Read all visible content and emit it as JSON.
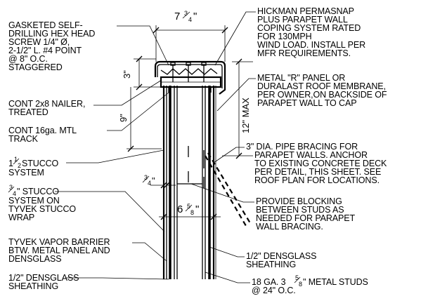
{
  "dimensions": {
    "cap_width": {
      "whole": "7",
      "num": "3",
      "den": "4",
      "unit": "\""
    },
    "cap_height": "3\"",
    "nailer_height": "9\"",
    "parapet_max": "12\" MAX",
    "stucco_gap": {
      "num": "3",
      "den": "4",
      "unit": "\""
    },
    "stud_width": {
      "whole": "6",
      "num": "5",
      "den": "8",
      "unit": "\""
    }
  },
  "notes": {
    "screw": [
      "GASKETED SELF-",
      "DRILLING HEX HEAD",
      "SCREW 1/4\" Ø,",
      "2-1/2\" L. #4 POINT",
      "@ 8\" O.C.",
      "STAGGERED"
    ],
    "coping": [
      "HICKMAN PERMASNAP",
      "PLUS PARAPET WALL",
      "COPING SYSTEM RATED",
      "FOR 130MPH",
      "WIND LOAD. INSTALL PER",
      "MFR REQUIREMENTS."
    ],
    "panel": [
      "METAL \"R\" PANEL OR",
      "DURALAST ROOF MEMBRANE,",
      "PER OWNER,ON BACKSIDE OF",
      "PARAPET WALL TO CAP"
    ],
    "nailer": [
      "CONT 2x8 NAILER,",
      "TREATED"
    ],
    "track": [
      "CONT 16ga. MTL",
      "TRACK"
    ],
    "stucco_1": {
      "whole": "1",
      "num": "1",
      "den": "2",
      "rest": " STUCCO",
      "line2": "SYSTEM"
    },
    "pipe": [
      "3\" DIA. PIPE BRACING FOR",
      "PARAPET WALLS. ANCHOR",
      "TO EXISTING CONCRETE DECK",
      "PER DETAIL, THIS SHEET. SEE",
      "ROOF PLAN FOR LOCATIONS."
    ],
    "stucco_2": {
      "num": "3",
      "den": "4",
      "rest": "\" STUCCO",
      "lines": [
        "SYSTEM ON",
        "TYVEK STUCCO",
        "WRAP"
      ]
    },
    "blocking": [
      "PROVIDE BLOCKING",
      "BETWEEN STUDS AS",
      "NEEDED FOR PARAPET",
      "WALL BRACING."
    ],
    "vapor": [
      "TYVEK VAPOR BARRIER",
      "BTW. METAL PANEL AND",
      "DENSGLASS"
    ],
    "densglass_r": [
      "1/2\" DENSGLASS",
      "SHEATHING"
    ],
    "densglass_l": [
      "1/2\" DENSGLASS",
      "SHEATHING"
    ],
    "studs": {
      "pre": "18 GA. 3",
      "num": "5",
      "den": "8",
      "rest": "\" METAL STUDS",
      "line2": "@ 24\" O.C."
    }
  }
}
